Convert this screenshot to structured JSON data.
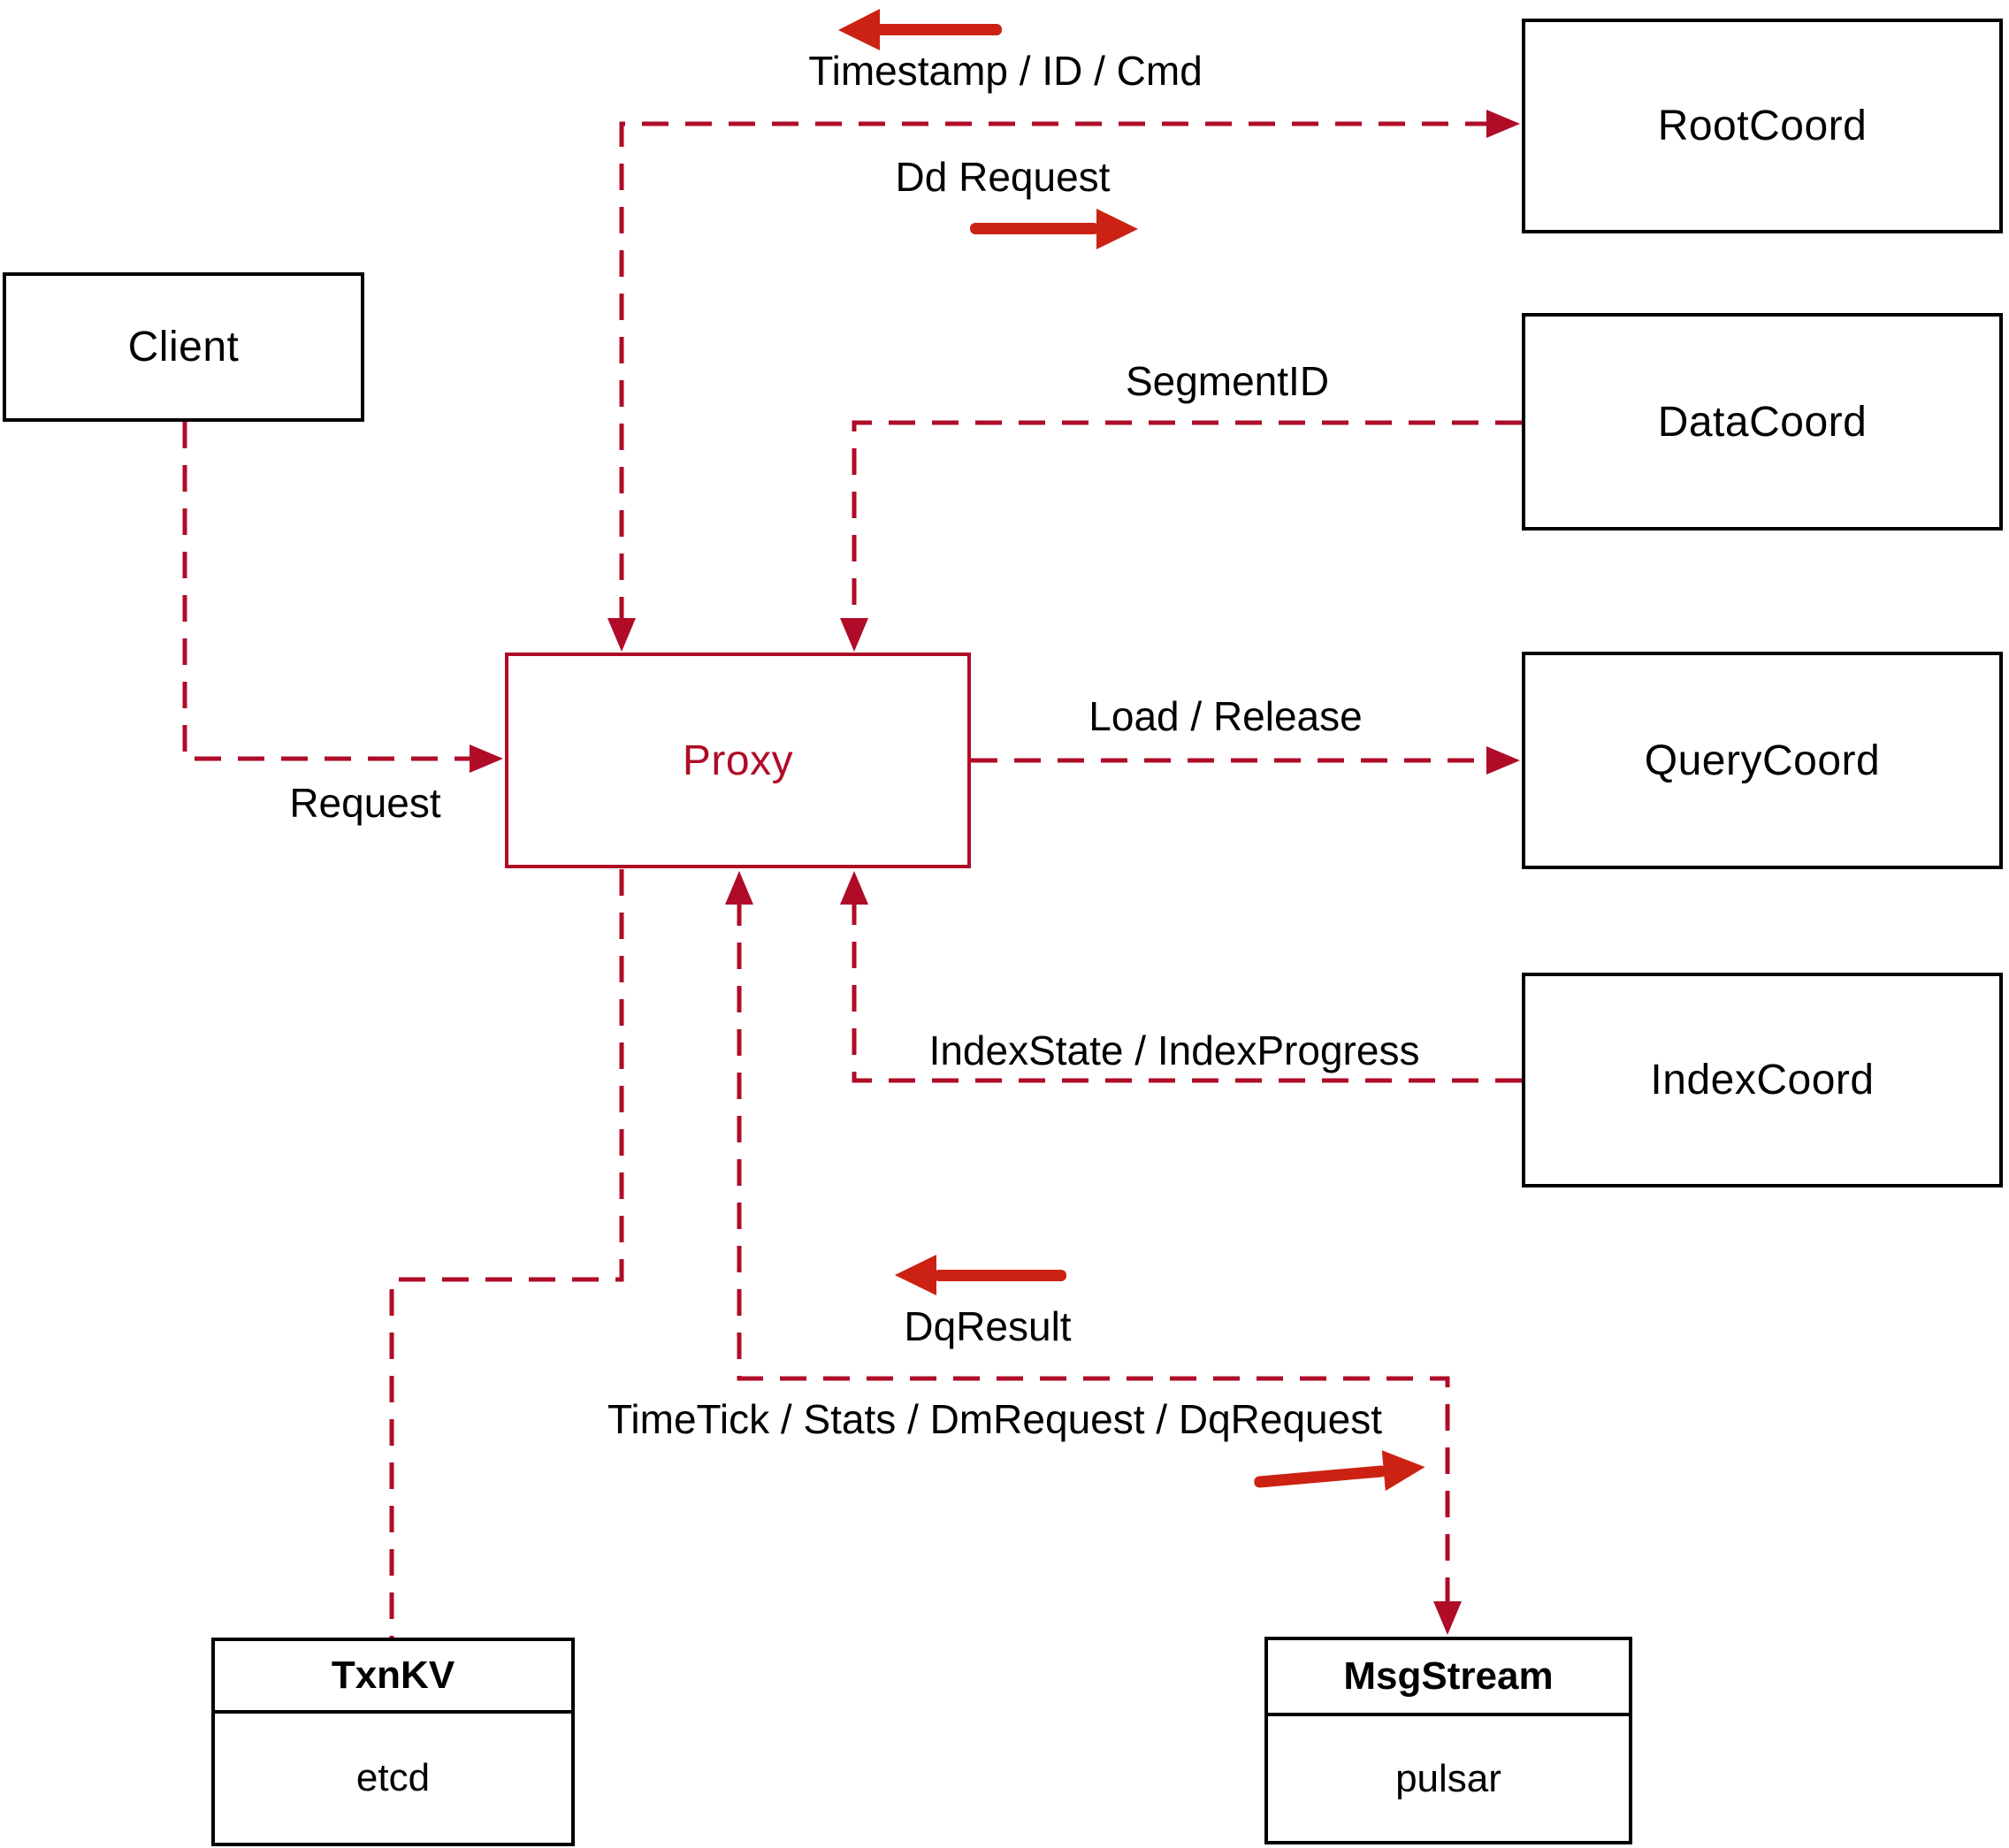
{
  "nodes": {
    "client": {
      "label": "Client"
    },
    "proxy": {
      "label": "Proxy"
    },
    "root_coord": {
      "label": "RootCoord"
    },
    "data_coord": {
      "label": "DataCoord"
    },
    "query_coord": {
      "label": "QueryCoord"
    },
    "index_coord": {
      "label": "IndexCoord"
    },
    "txn_kv": {
      "title": "TxnKV",
      "impl": "etcd"
    },
    "msg_stream": {
      "title": "MsgStream",
      "impl": "pulsar"
    }
  },
  "edge_labels": {
    "timestamp": "Timestamp / ID / Cmd",
    "dd_request": "Dd Request",
    "segment_id": "SegmentID",
    "request": "Request",
    "load_release": "Load / Release",
    "index_state": "IndexState / IndexProgress",
    "dq_result": "DqResult",
    "time_tick": "TimeTick / Stats / DmRequest / DqRequest"
  },
  "colors": {
    "dashed_line": "#b00c28",
    "solid_arrow": "#cc2213",
    "proxy_accent": "#b00c28",
    "node_border": "#000000",
    "text": "#000000",
    "background": "#ffffff"
  }
}
